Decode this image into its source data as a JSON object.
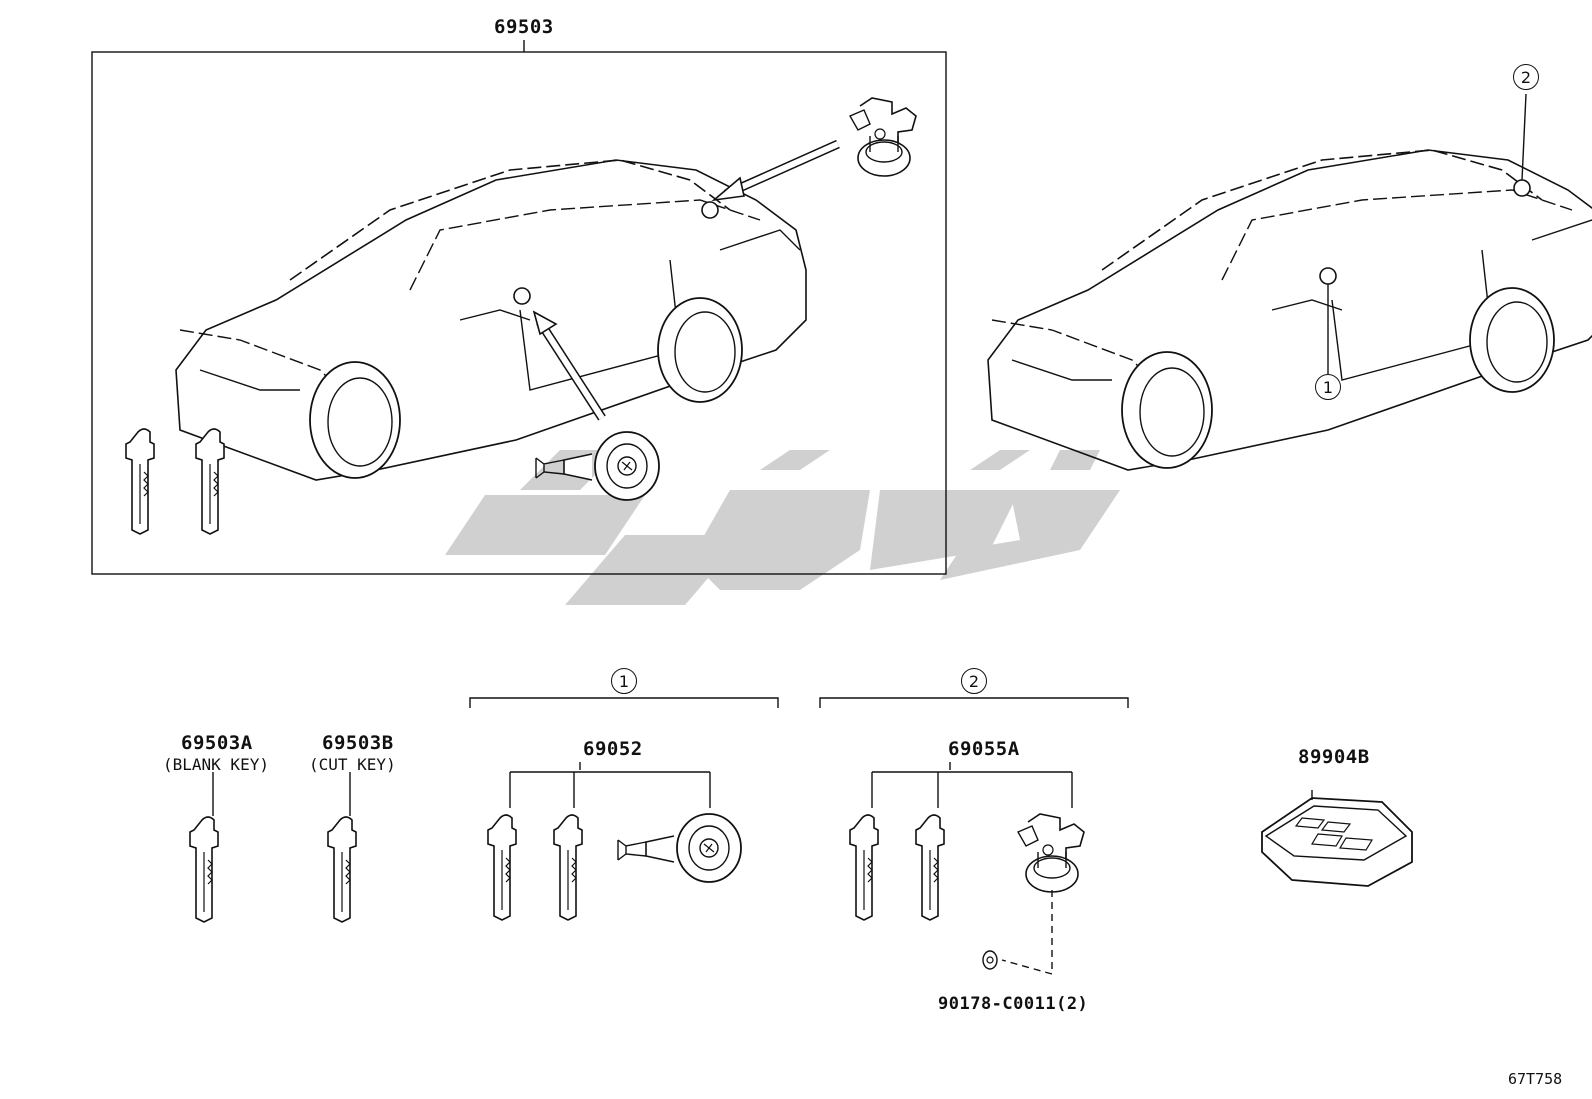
{
  "labels": {
    "assembly_main": "69503",
    "blank_key": "69503A",
    "blank_key_note": "(BLANK KEY)",
    "cut_key": "69503B",
    "cut_key_note": "(CUT KEY)",
    "group1_part": "69052",
    "group2_part": "69055A",
    "remote": "89904B",
    "screw": "90178-C0011(2)",
    "diagram_code": "67T758"
  },
  "callouts": {
    "one": "1",
    "two": "2"
  },
  "colors": {
    "line": "#111111",
    "watermark": "#c8c8c8"
  }
}
